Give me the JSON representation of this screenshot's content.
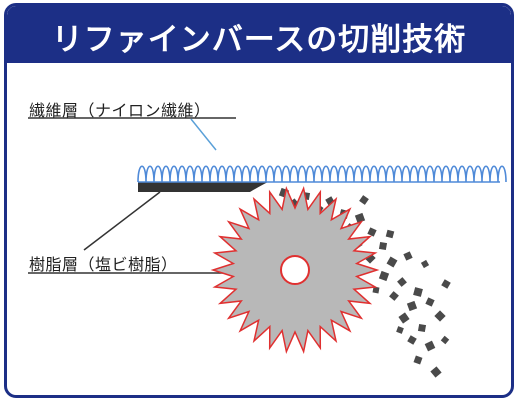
{
  "title": "リファインバースの切削技術",
  "labels": {
    "fiber_layer": "繊維層（ナイロン繊維）",
    "resin_layer": "樹脂層（塩ビ樹脂）"
  },
  "colors": {
    "header": "#1c2f86",
    "fiber": "#4f8ad8",
    "resin": "#333333",
    "blade_fill": "#b8b8b8",
    "blade_outline": "#e03030",
    "chips": "#4a4a4a"
  }
}
